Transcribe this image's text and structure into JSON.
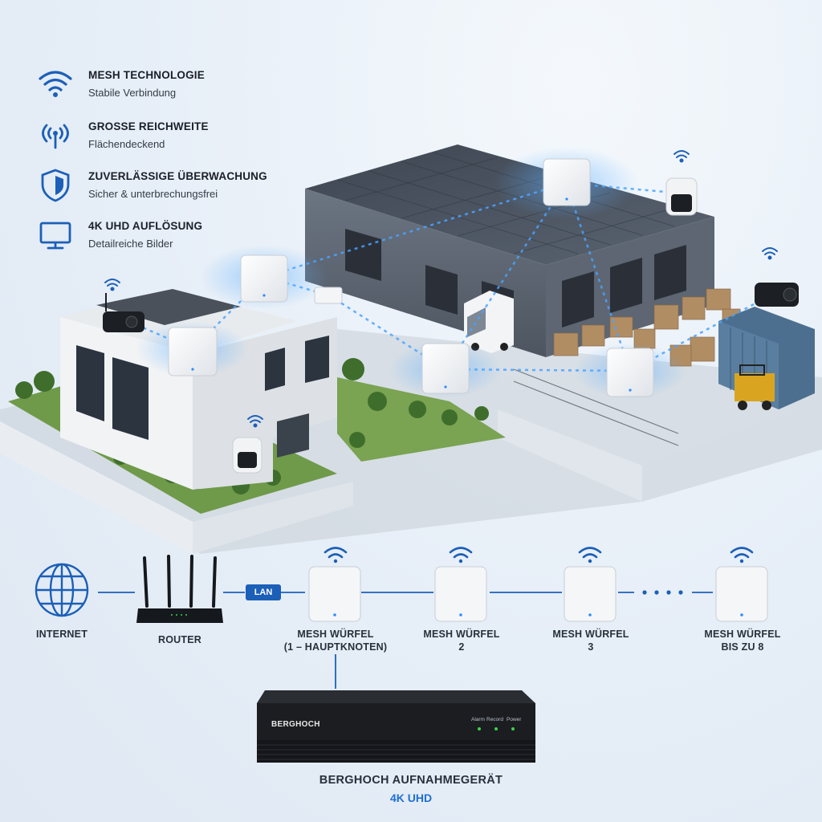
{
  "features": [
    {
      "icon": "wifi-icon",
      "title": "MESH TECHNOLOGIE",
      "subtitle": "Stabile Verbindung"
    },
    {
      "icon": "broadcast-icon",
      "title": "GROSSE REICHWEITE",
      "subtitle": "Flächendeckend"
    },
    {
      "icon": "shield-icon",
      "title": "ZUVERLÄSSIGE ÜBERWACHUNG",
      "subtitle": "Sicher & unterbrechungsfrei"
    },
    {
      "icon": "monitor-icon",
      "title": "4K UHD AUFLÖSUNG",
      "subtitle": "Detailreiche Bilder"
    }
  ],
  "diagram": {
    "internet": "INTERNET",
    "router": "ROUTER",
    "lan": "LAN",
    "nodes": [
      {
        "line1": "MESH WÜRFEL",
        "line2": "(1 – HAUPTKNOTEN)"
      },
      {
        "line1": "MESH WÜRFEL",
        "line2": "2"
      },
      {
        "line1": "MESH WÜRFEL",
        "line2": "3"
      },
      {
        "line1": "MESH WÜRFEL",
        "line2": "BIS ZU 8"
      }
    ]
  },
  "recorder": {
    "brand": "BERGHOCH",
    "indicators": [
      "Alarm",
      "Record",
      "Power"
    ],
    "title": "BERGHOCH AUFNAHMEGERÄT",
    "subtitle": "4K UHD"
  },
  "colors": {
    "accent": "#1f6fd1",
    "icon": "#1c5fb8",
    "nvr": "#1b1d21",
    "led": "#3ad34a"
  }
}
